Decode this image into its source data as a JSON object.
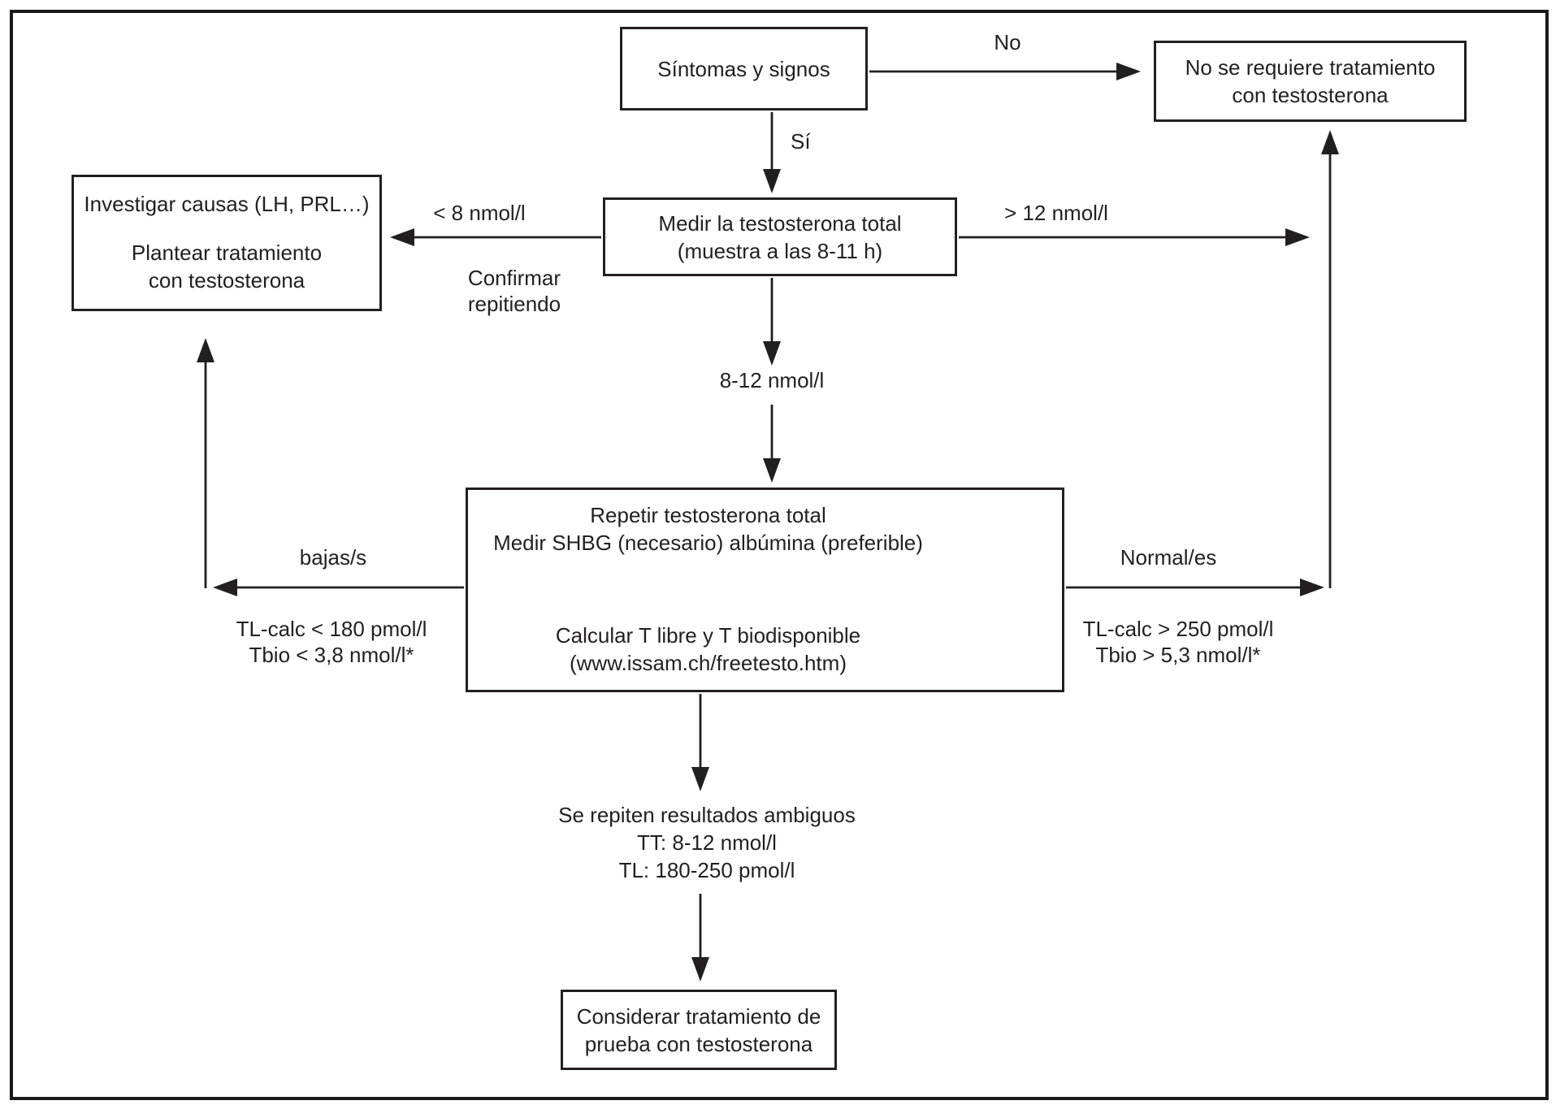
{
  "diagram": {
    "nodes": {
      "symptoms": {
        "label": "Síntomas y signos"
      },
      "no_treatment": {
        "line1": "No se requiere tratamiento",
        "line2": "con testosterona"
      },
      "investigate": {
        "line1": "Investigar causas (LH, PRL…)",
        "line2": "Plantear tratamiento",
        "line3": "con testosterona"
      },
      "measure_total": {
        "line1": "Medir la testosterona total",
        "line2": "(muestra a las 8-11 h)"
      },
      "repeat_measure": {
        "line1": "Repetir testosterona total",
        "line2": "Medir SHBG (necesario) albúmina (preferible)",
        "line3": "Calcular T libre y T biodisponible",
        "line4": "(www.issam.ch/freetesto.htm)"
      },
      "ambiguous_results": {
        "line1": "Se repiten resultados ambiguos",
        "line2": "TT: 8-12 nmol/l",
        "line3": "TL: 180-250 pmol/l"
      },
      "trial_treatment": {
        "line1": "Considerar tratamiento de",
        "line2": "prueba con testosterona"
      }
    },
    "edge_labels": {
      "no": "No",
      "yes": "Sí",
      "below_8": "< 8 nmol/l",
      "confirm_line1": "Confirmar",
      "confirm_line2": "repitiendo",
      "above_12": "> 12 nmol/l",
      "between_8_12": "8-12 nmol/l",
      "low": "bajas/s",
      "low_criteria_line1": "TL-calc < 180 pmol/l",
      "low_criteria_line2": "Tbio < 3,8 nmol/l*",
      "normal": "Normal/es",
      "normal_criteria_line1": "TL-calc > 250 pmol/l",
      "normal_criteria_line2": "Tbio > 5,3 nmol/l*"
    },
    "colors": {
      "line": "#231f20",
      "background": "#ffffff"
    }
  }
}
